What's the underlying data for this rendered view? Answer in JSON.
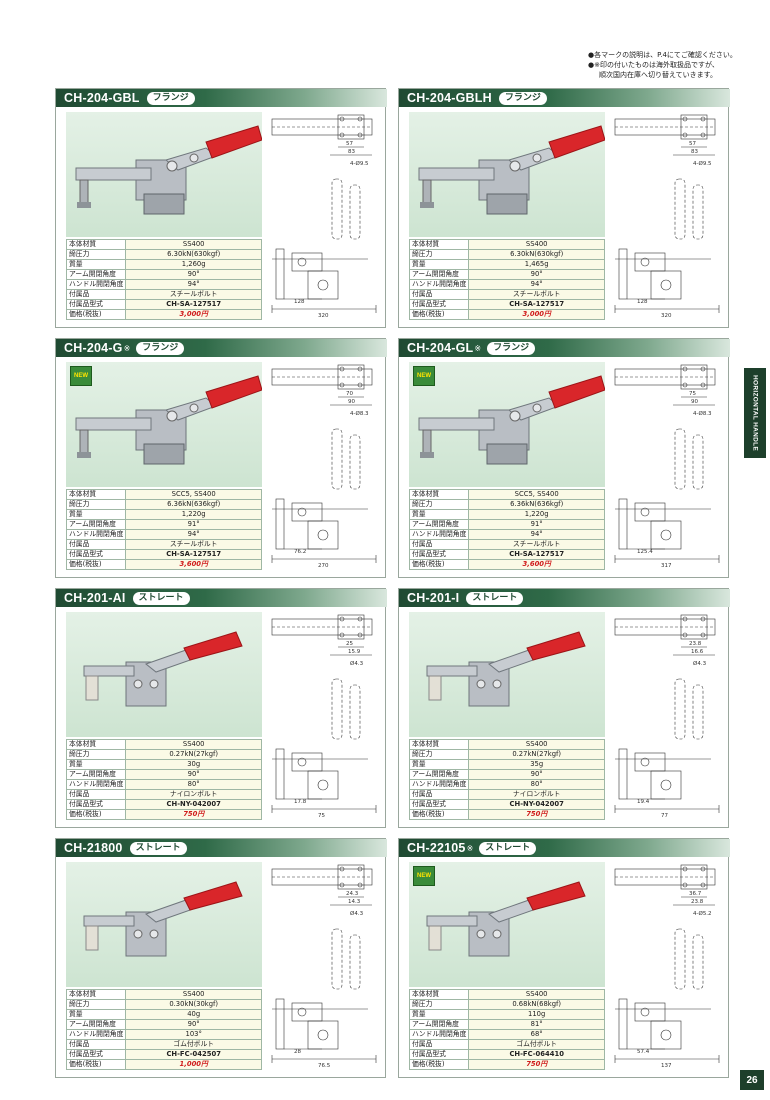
{
  "notes": [
    "●各マークの説明は、P.4にてご確認ください。",
    "●※印の付いたものは海外取扱品ですが、",
    "順次国内在庫へ切り替えていきます。"
  ],
  "side_tab": "HORIZONTAL HANDLE",
  "page_number": "26",
  "new_label": "NEW",
  "labels": {
    "material": "本体材質",
    "force": "締圧力",
    "weight": "質量",
    "arm": "アーム開閉角度",
    "handle": "ハンドル開閉角度",
    "accessory": "付属品",
    "accessory_model": "付属品型式",
    "price": "価格(税抜)"
  },
  "products": [
    {
      "model": "CH-204-GBL",
      "mark": "",
      "type": "フランジ",
      "is_new": false,
      "material": "SS400",
      "force": "6.30kN(630kgf)",
      "weight": "1,260g",
      "arm": "90°",
      "handle": "94°",
      "accessory": "スチールボルト",
      "accessory_model": "CH-SA-127517",
      "price": "3,000円",
      "dims": {
        "a": "57",
        "b": "83",
        "hole": "4-Ø9.5",
        "len": "320",
        "c": "128"
      }
    },
    {
      "model": "CH-204-GBLH",
      "mark": "",
      "type": "フランジ",
      "is_new": false,
      "material": "SS400",
      "force": "6.30kN(630kgf)",
      "weight": "1,465g",
      "arm": "90°",
      "handle": "94°",
      "accessory": "スチールボルト",
      "accessory_model": "CH-SA-127517",
      "price": "3,000円",
      "dims": {
        "a": "57",
        "b": "83",
        "hole": "4-Ø9.5",
        "len": "320",
        "c": "128"
      }
    },
    {
      "model": "CH-204-G",
      "mark": "※",
      "type": "フランジ",
      "is_new": true,
      "material": "SCC5, SS400",
      "force": "6.36kN(636kgf)",
      "weight": "1,220g",
      "arm": "91°",
      "handle": "94°",
      "accessory": "スチールボルト",
      "accessory_model": "CH-SA-127517",
      "price": "3,600円",
      "dims": {
        "a": "70",
        "b": "90",
        "hole": "4-Ø8.3",
        "len": "270",
        "c": "76.2"
      }
    },
    {
      "model": "CH-204-GL",
      "mark": "※",
      "type": "フランジ",
      "is_new": true,
      "material": "SCC5, SS400",
      "force": "6.36kN(636kgf)",
      "weight": "1,220g",
      "arm": "91°",
      "handle": "94°",
      "accessory": "スチールボルト",
      "accessory_model": "CH-SA-127517",
      "price": "3,600円",
      "dims": {
        "a": "75",
        "b": "90",
        "hole": "4-Ø8.3",
        "len": "317",
        "c": "125.4"
      }
    },
    {
      "model": "CH-201-AI",
      "mark": "",
      "type": "ストレート",
      "is_new": false,
      "material": "SS400",
      "force": "0.27kN(27kgf)",
      "weight": "30g",
      "arm": "90°",
      "handle": "80°",
      "accessory": "ナイロンボルト",
      "accessory_model": "CH-NY-042007",
      "price": "750円",
      "dims": {
        "a": "25",
        "b": "15.9",
        "hole": "Ø4.3",
        "len": "75",
        "c": "17.8"
      }
    },
    {
      "model": "CH-201-I",
      "mark": "",
      "type": "ストレート",
      "is_new": false,
      "material": "SS400",
      "force": "0.27kN(27kgf)",
      "weight": "35g",
      "arm": "90°",
      "handle": "80°",
      "accessory": "ナイロンボルト",
      "accessory_model": "CH-NY-042007",
      "price": "750円",
      "dims": {
        "a": "23.8",
        "b": "16.6",
        "hole": "Ø4.3",
        "len": "77",
        "c": "19.4"
      }
    },
    {
      "model": "CH-21800",
      "mark": "",
      "type": "ストレート",
      "is_new": false,
      "material": "SS400",
      "force": "0.30kN(30kgf)",
      "weight": "40g",
      "arm": "90°",
      "handle": "103°",
      "accessory": "ゴム付ボルト",
      "accessory_model": "CH-FC-042507",
      "price": "1,000円",
      "dims": {
        "a": "24.3",
        "b": "14.3",
        "hole": "Ø4.3",
        "len": "76.5",
        "c": "28"
      }
    },
    {
      "model": "CH-22105",
      "mark": "※",
      "type": "ストレート",
      "is_new": true,
      "material": "SS400",
      "force": "0.68kN(68kgf)",
      "weight": "110g",
      "arm": "81°",
      "handle": "68°",
      "accessory": "ゴム付ボルト",
      "accessory_model": "CH-FC-064410",
      "price": "750円",
      "dims": {
        "a": "36.7",
        "b": "23.8",
        "hole": "4-Ø5.2",
        "len": "137",
        "c": "57.4"
      }
    }
  ]
}
